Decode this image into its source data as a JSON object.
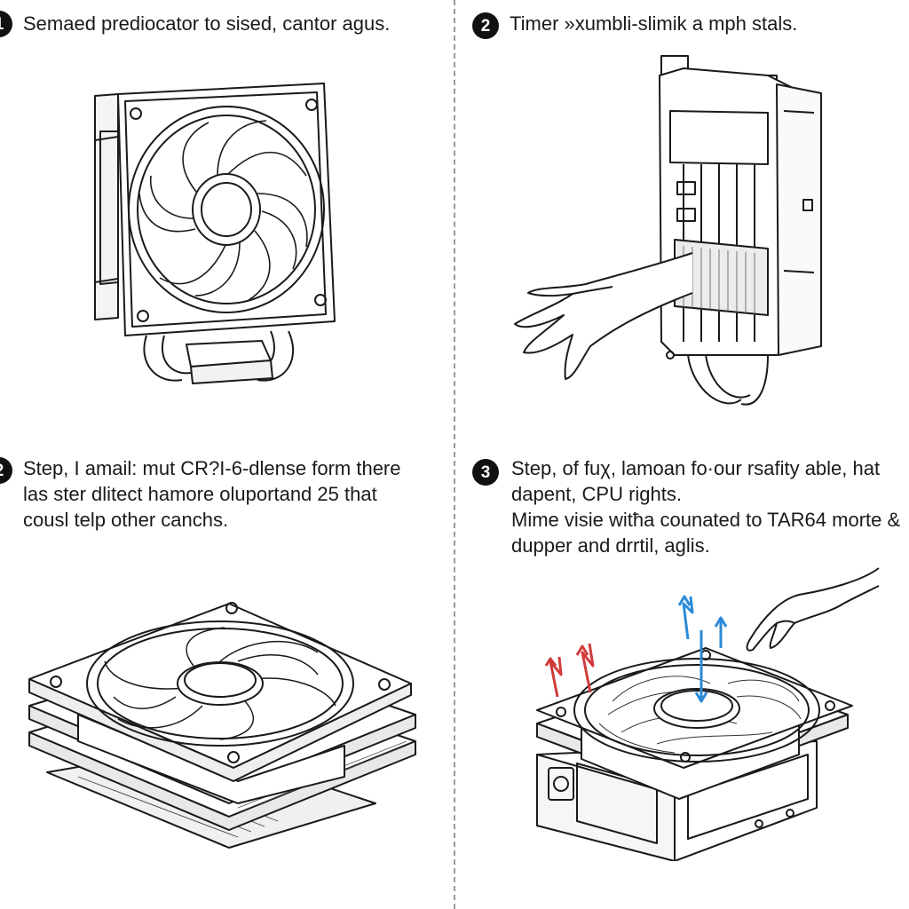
{
  "steps": [
    {
      "badge": "1",
      "lines": [
        "Semaed prediocator to sised, cantor agus."
      ]
    },
    {
      "badge": "2",
      "lines": [
        "Timer »xumbli-slimik a mph stals."
      ]
    },
    {
      "badge": "2",
      "lines": [
        "Step, I amail: mut CR?I-6-dlense form there",
        "las ster dlitect hamore oluportand 25 that",
        "cousl telp other canchs."
      ]
    },
    {
      "badge": "3",
      "lines": [
        "Step, of fuχ, lamoan fo·our rsafity able, hat",
        "dapent, CPU rights.",
        "Mime visie witħa counated to TAR64 morte &",
        "dupper and drrtil, aglis."
      ]
    }
  ],
  "illustrations": [
    {
      "name": "tower-cpu-cooler-front",
      "icon": "fan-heatsink-icon"
    },
    {
      "name": "tower-cooler-side-with-hand",
      "icon": "hand-install-icon"
    },
    {
      "name": "low-profile-cooler",
      "icon": "flat-fan-icon"
    },
    {
      "name": "cooler-mount-airflow",
      "icon": "airflow-arrows-icon"
    }
  ],
  "colors": {
    "ink": "#1a1a1a",
    "airflow_hot": "#d23a3a",
    "airflow_cool": "#2a8ad8"
  }
}
